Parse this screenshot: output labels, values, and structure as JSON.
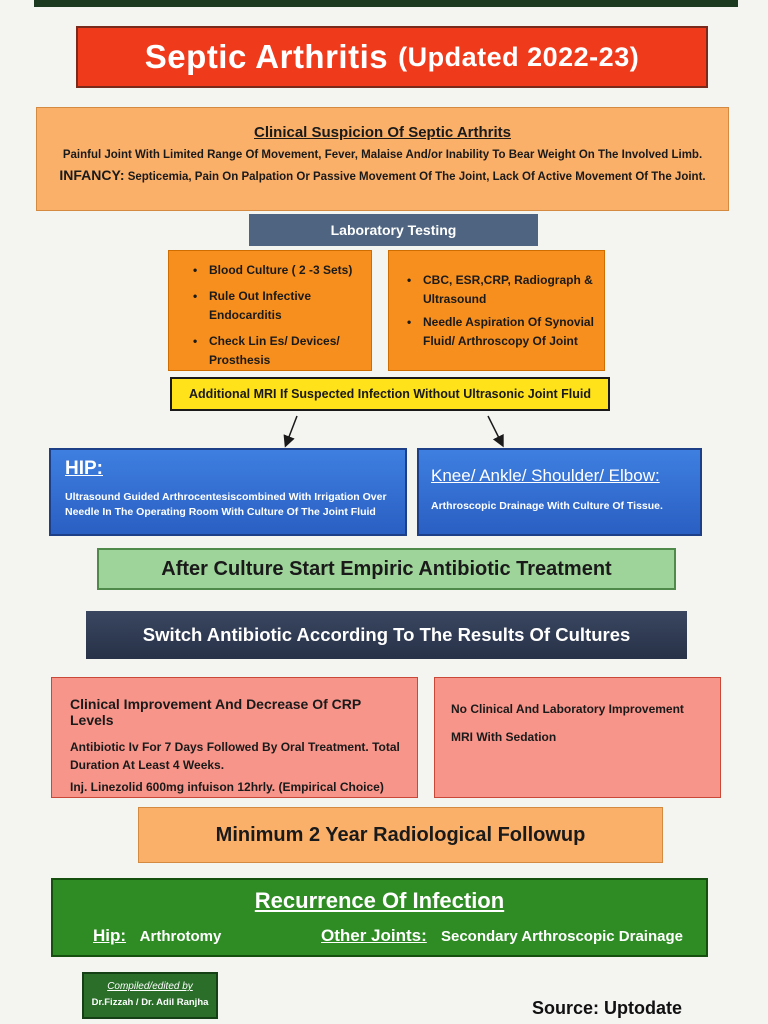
{
  "title": {
    "main": "Septic Arthritis",
    "updated": "(Updated 2022-23)"
  },
  "suspicion": {
    "heading": "Clinical Suspicion Of Septic Arthrits",
    "line1": "Painful Joint With Limited Range Of Movement, Fever, Malaise And/or Inability To Bear Weight On The Involved Limb.",
    "infancy_label": "INFANCY:",
    "infancy_text": "Septicemia, Pain On Palpation Or Passive Movement Of The Joint, Lack Of Active Movement Of The Joint."
  },
  "lab": {
    "heading": "Laboratory Testing",
    "left_items": [
      "Blood Culture ( 2 -3 Sets)",
      "Rule Out Infective Endocarditis",
      "Check Lin Es/ Devices/ Prosthesis"
    ],
    "right_items": [
      "CBC, ESR,CRP, Radiograph & Ultrasound",
      "Needle Aspiration Of Synovial Fluid/ Arthroscopy Of Joint"
    ]
  },
  "mri_note": "Additional MRI If Suspected Infection Without Ultrasonic Joint Fluid",
  "hip": {
    "heading": "HIP:",
    "text": "Ultrasound Guided Arthrocentesiscombined With Irrigation Over Needle In The Operating Room With Culture Of The Joint Fluid"
  },
  "knee": {
    "heading": "Knee/ Ankle/ Shoulder/ Elbow:",
    "text": "Arthroscopic Drainage With Culture Of Tissue."
  },
  "empiric": "After Culture Start Empiric Antibiotic Treatment",
  "switch": "Switch Antibiotic According To The Results Of Cultures",
  "improve": {
    "heading": "Clinical Improvement And Decrease Of CRP Levels",
    "text1": "Antibiotic Iv For 7 Days Followed By Oral Treatment. Total Duration At Least 4 Weeks.",
    "text2": "Inj. Linezolid 600mg infuison 12hrly. (Empirical Choice)"
  },
  "noimprove": {
    "heading": "No Clinical And Laboratory Improvement",
    "text": "MRI With Sedation"
  },
  "followup": "Minimum 2 Year Radiological Followup",
  "recurrence": {
    "heading": "Recurrence Of Infection",
    "hip_label": "Hip:",
    "hip_text": "Arthrotomy",
    "other_label": "Other Joints:",
    "other_text": "Secondary Arthroscopic Drainage"
  },
  "credit": {
    "line1": "Compiled/edited by",
    "line2": "Dr.Fizzah / Dr. Adil Ranjha"
  },
  "source": "Source: Uptodate"
}
